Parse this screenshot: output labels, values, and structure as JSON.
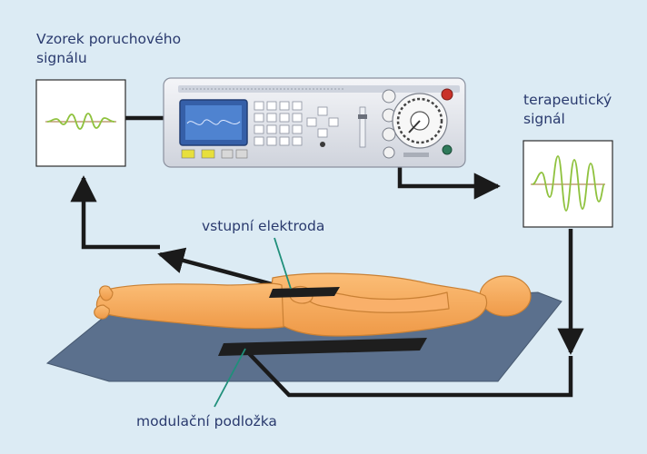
{
  "labels": {
    "source_line1": "Vzorek poruchového",
    "source_line2": "signálu",
    "therapy_line1": "terapeutický",
    "therapy_line2": "signál",
    "input_electrode": "vstupní elektroda",
    "modulation_pad": "modulační podložka"
  },
  "colors": {
    "background": "#dcebf4",
    "wire": "#1a1a1a",
    "body": "#f7a85a",
    "body_outline": "#c97a2e",
    "mat": "#5a6f8c",
    "electrode": "#1e1e1e",
    "signal_wave": "#8fc23e",
    "signal_axis": "#b38a5a",
    "leader_line": "#1f8f7a",
    "device_body": "#e4e6ec",
    "device_screen": "#3a6fbf",
    "label_text": "#2a3a6e"
  }
}
